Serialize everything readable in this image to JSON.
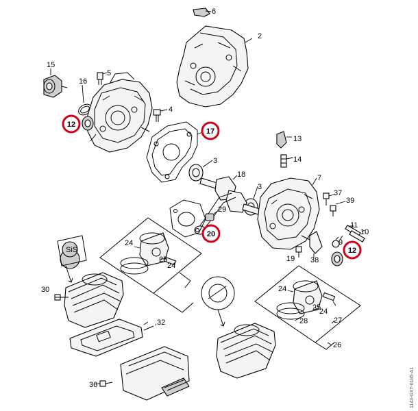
{
  "diagram": {
    "part_numbers": {
      "p2": "2",
      "p3a": "3",
      "p3b": "3",
      "p4": "4",
      "p5": "5",
      "p6": "6",
      "p7": "7",
      "p9": "9",
      "p10": "10",
      "p11": "11",
      "p13": "13",
      "p14": "14",
      "p15": "15",
      "p16": "16",
      "p18": "18",
      "p19": "19",
      "p24a": "24",
      "p24b": "24",
      "p24c": "24",
      "p24d": "24",
      "p25a": "25",
      "p25b": "25",
      "p26": "26",
      "p27": "27",
      "p28": "28",
      "p29": "29",
      "p30": "30",
      "p32": ",32",
      "p36": "36",
      "p37": "37",
      "p38": "38",
      "p39": "39"
    },
    "highlighted": {
      "h12a": "12",
      "h17": "17",
      "h20": "20",
      "h12b": "12"
    },
    "label_logo": "SiS",
    "drawing_code": "1143-GXT-0185-A1",
    "highlight_color": "#d0021b"
  }
}
